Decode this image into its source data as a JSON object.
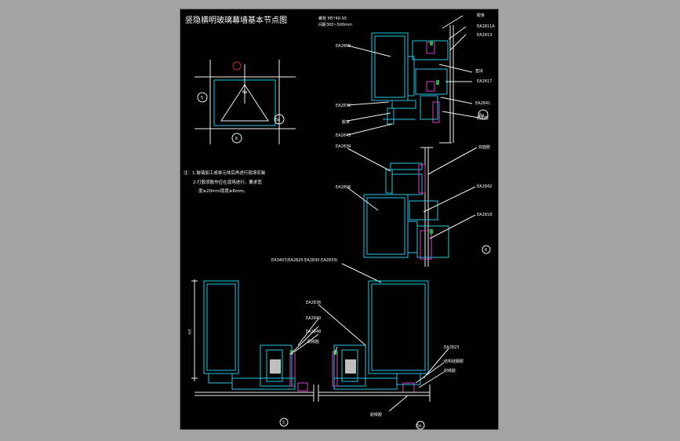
{
  "title": "竖隐横明玻璃幕墙基本节点图",
  "notes": {
    "line1": "注：1.玻璃加工成单元体后再进行现场安装",
    "line2": "2.打胶须胶作应在现场进行，要求宽",
    "line3": "度≥20mm厚度≥6mm。"
  },
  "key_plan": {
    "grid_marks": [
      "5",
      "6",
      "5a",
      "6a"
    ]
  },
  "spec": {
    "line1": "螺栓 M5*40-S5",
    "line2": "间距300~500mm"
  },
  "detail_6": {
    "labels": [
      "胶条",
      "EA2811A",
      "EA2813",
      "EA2809",
      "垫块",
      "EA2817",
      "EA2836",
      "EA2841",
      "胶条",
      "EA2845",
      "结构胶"
    ],
    "marker": "6a"
  },
  "detail_6a": {
    "labels": [
      "EA2839",
      "双面胶",
      "EA2806",
      "EA2842",
      "EA2818"
    ],
    "marker": "6"
  },
  "detail_5": {
    "header": "EA3407(EA2825 EA2830 EA2833)",
    "labels": [
      "EA2836",
      "EA2840",
      "EA2848",
      "耐候胶",
      "EA2823",
      "结构硅酮胶",
      "耐候胶",
      "耐候胶"
    ],
    "dim": "H7",
    "markers": [
      "5",
      "5a"
    ]
  }
}
